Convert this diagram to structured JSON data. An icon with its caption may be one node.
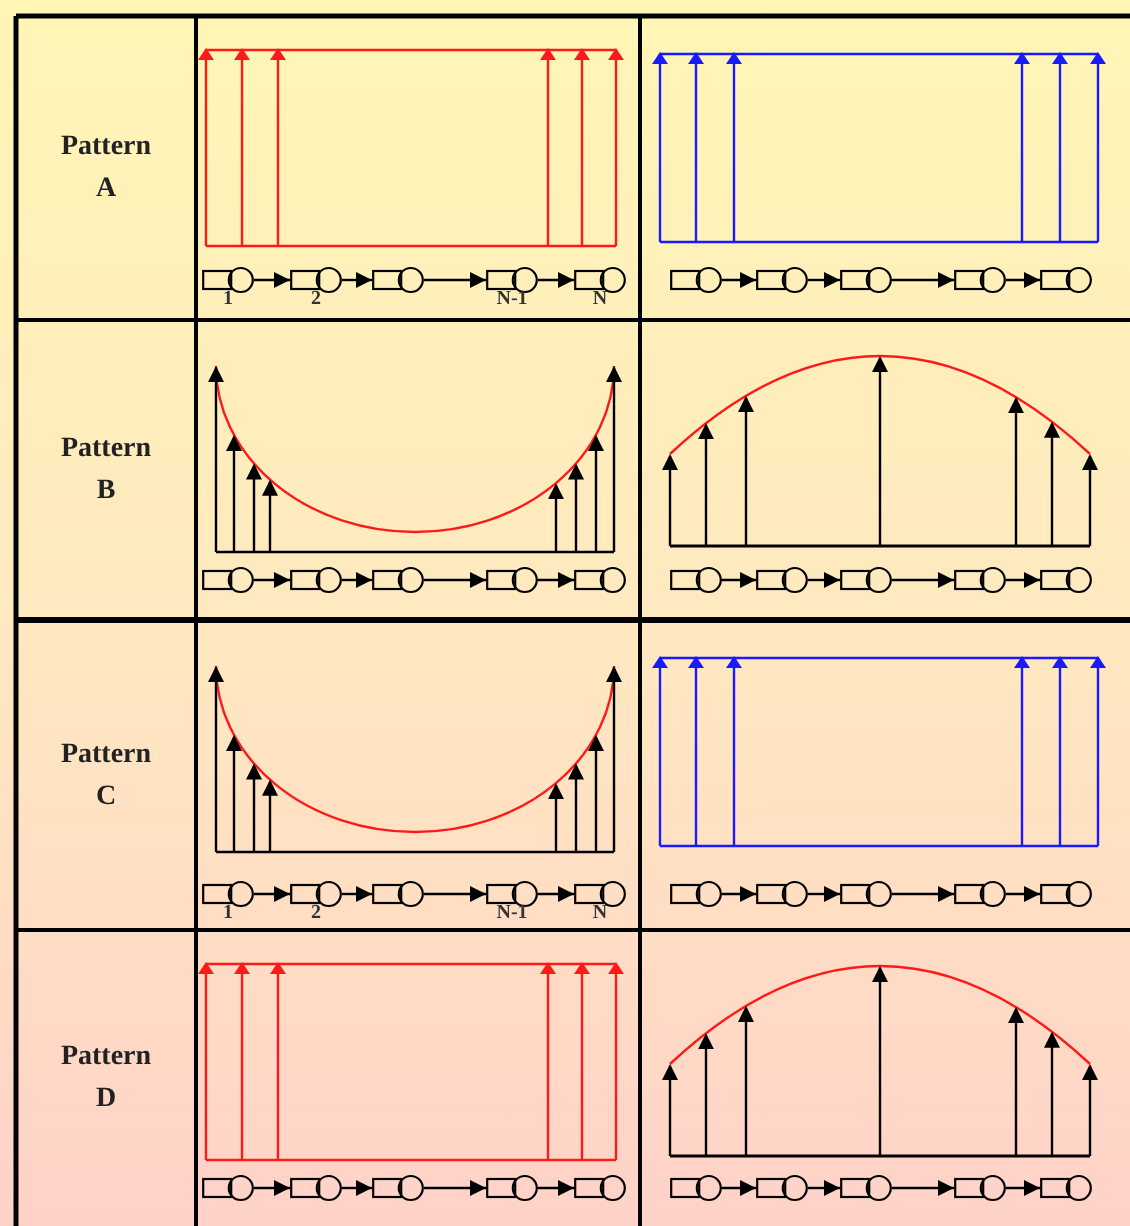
{
  "diagram": {
    "nodes": [
      {
        "text": [
          "Pattern A"
        ]
      },
      {
        "text": [],
        "shape": "picture",
        "beside": [
          "1"
        ]
      },
      {
        "text": [],
        "shape": "picture",
        "beside": [
          "2"
        ]
      },
      {
        "text": [],
        "shape": "picture"
      },
      {
        "text": [],
        "shape": "picture",
        "beside": [
          "N-1"
        ]
      },
      {
        "text": [],
        "shape": "picture",
        "beside": [
          "N"
        ]
      },
      {
        "text": [],
        "shape": "picture"
      },
      {
        "text": [],
        "shape": "picture"
      },
      {
        "text": [],
        "shape": "picture"
      },
      {
        "text": [],
        "shape": "picture"
      },
      {
        "text": [],
        "shape": "picture"
      },
      {
        "text": [
          "Pattern B"
        ]
      },
      {
        "text": [],
        "shape": "picture"
      },
      {
        "text": [],
        "shape": "picture"
      },
      {
        "text": [],
        "shape": "picture"
      },
      {
        "text": [],
        "shape": "picture"
      },
      {
        "text": [],
        "shape": "picture"
      },
      {
        "text": [],
        "shape": "picture"
      },
      {
        "text": [],
        "shape": "picture"
      },
      {
        "text": [],
        "shape": "picture"
      },
      {
        "text": [],
        "shape": "picture"
      },
      {
        "text": [],
        "shape": "picture"
      },
      {
        "text": [
          "Pattern C"
        ]
      },
      {
        "text": [],
        "shape": "picture",
        "beside": [
          "1"
        ]
      },
      {
        "text": [],
        "shape": "picture",
        "beside": [
          "2"
        ]
      },
      {
        "text": [],
        "shape": "picture"
      },
      {
        "text": [],
        "shape": "picture",
        "beside": [
          "N-1"
        ]
      },
      {
        "text": [],
        "shape": "picture",
        "beside": [
          "N"
        ]
      },
      {
        "text": [],
        "shape": "picture"
      },
      {
        "text": [],
        "shape": "picture"
      },
      {
        "text": [],
        "shape": "picture"
      },
      {
        "text": [],
        "shape": "picture"
      },
      {
        "text": [],
        "shape": "picture"
      },
      {
        "text": [
          "Pattern D"
        ]
      },
      {
        "text": [],
        "shape": "picture"
      },
      {
        "text": [],
        "shape": "picture"
      },
      {
        "text": [],
        "shape": "picture"
      },
      {
        "text": [],
        "shape": "picture"
      },
      {
        "text": [],
        "shape": "picture"
      },
      {
        "text": [],
        "shape": "picture"
      },
      {
        "text": [],
        "shape": "picture"
      },
      {
        "text": [],
        "shape": "picture"
      },
      {
        "text": [],
        "shape": "picture"
      },
      {
        "text": [],
        "shape": "picture"
      }
    ],
    "edges": [
      {
        "from": 1,
        "to": 2,
        "arrow": "to"
      },
      {
        "from": 2,
        "to": 3,
        "arrow": "to"
      },
      {
        "from": 3,
        "to": 4,
        "arrow": "to"
      },
      {
        "from": 4,
        "to": 5,
        "arrow": "to"
      },
      {
        "from": 6,
        "to": 7,
        "arrow": "to"
      },
      {
        "from": 7,
        "to": 8,
        "arrow": "to"
      },
      {
        "from": 8,
        "to": 9,
        "arrow": "to"
      },
      {
        "from": 9,
        "to": 10,
        "arrow": "to"
      },
      {
        "from": 12,
        "to": 13,
        "arrow": "to"
      },
      {
        "from": 13,
        "to": 14,
        "arrow": "to"
      },
      {
        "from": 14,
        "to": 15,
        "arrow": "to"
      },
      {
        "from": 15,
        "to": 16,
        "arrow": "to"
      },
      {
        "from": 17,
        "to": 18,
        "arrow": "to"
      },
      {
        "from": 18,
        "to": 19,
        "arrow": "to"
      },
      {
        "from": 19,
        "to": 20,
        "arrow": "to"
      },
      {
        "from": 20,
        "to": 21,
        "arrow": "to"
      },
      {
        "from": 23,
        "to": 24,
        "arrow": "to"
      },
      {
        "from": 24,
        "to": 25,
        "arrow": "to"
      },
      {
        "from": 25,
        "to": 26,
        "arrow": "to"
      },
      {
        "from": 26,
        "to": 27,
        "arrow": "to"
      },
      {
        "from": 28,
        "to": 29,
        "arrow": "to"
      },
      {
        "from": 29,
        "to": 30,
        "arrow": "to"
      },
      {
        "from": 30,
        "to": 31,
        "arrow": "to"
      },
      {
        "from": 31,
        "to": 32,
        "arrow": "to"
      },
      {
        "from": 34,
        "to": 35,
        "arrow": "to"
      },
      {
        "from": 35,
        "to": 36,
        "arrow": "to"
      },
      {
        "from": 36,
        "to": 37,
        "arrow": "to"
      },
      {
        "from": 37,
        "to": 38,
        "arrow": "to"
      },
      {
        "from": 39,
        "to": 40,
        "arrow": "to"
      },
      {
        "from": 40,
        "to": 41,
        "arrow": "to"
      },
      {
        "from": 41,
        "to": 42,
        "arrow": "to"
      },
      {
        "from": 42,
        "to": 43,
        "arrow": "to"
      }
    ]
  }
}
